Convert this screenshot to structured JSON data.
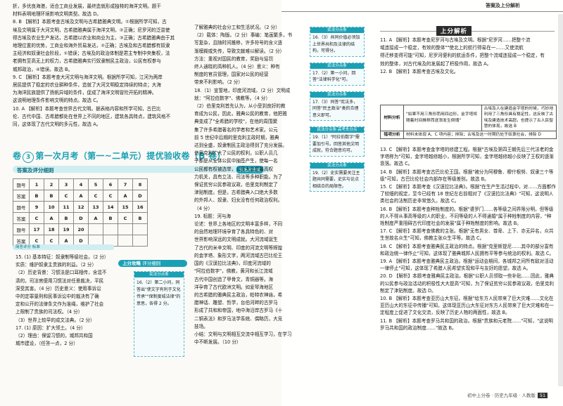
{
  "header": {
    "right_title": "答案及上分解析"
  },
  "left_top": [
    "折，多优良海港，适合工商业发展，最终造就形成独特的海洋文明。题干",
    "材料表明地理环境影响文明类型。故选 D。",
    "8. B  【解析】本题考查古埃及文明与古希腊雅典文明。①根据所学可知，古",
    "埃及文明属于大河文明，古希腊雅典属于海洋文明，②正确；尼罗河的泛滥使",
    "得古埃及农业生产发达，古希腊以农业和商业为主，③正确；古希腊雅典由于其",
    "地理位置的优势，工商业和海外贸易发达，②正确；古埃及和古希腊都有奴隶",
    "主经济和奴隶社会阶段，①错误；古埃及的政治体制是君主专制中央集权，法",
    "老拥有至高无上的权力，古希腊雅典实行奴隶制民主政治，公民有权参与",
    "城邦政治，④错误。故选 B。",
    "9. C  【解析】本题考查大河文明与海洋文明。根据所学可知，江河为两岸",
    "居民提供了稳定的农业耕种条件，造就了大河文明稳定持续的特点；大海",
    "为海洋民族提供了扬帆异域的条件，促成了海洋文明冒险开拓的精神。",
    "这说明地理条件影响文明的特点。故选 C。",
    "10. A  【解析】本题考查世界古代文明。据表格内容和所学可知，古巴比",
    "伦、古代中国、古希腊都处在世界上不同的地区，建筑各具特点，建筑风格不",
    "同，这体现了古代文明的多元性，故选 A。"
  ],
  "section": {
    "num": "3",
    "title": "第一次月考（第一~二单元）提优验收卷（B 卷）"
  },
  "answer_bar": {
    "title": "答案及评分细则",
    "tag": "快速对答案"
  },
  "answer_table": [
    [
      "题号",
      "1",
      "2",
      "3",
      "4",
      "5",
      "6",
      "7",
      "8"
    ],
    [
      "答案",
      "B",
      "B",
      "C",
      "A",
      "C",
      "C",
      "A",
      "D"
    ],
    [
      "题号",
      "9",
      "10",
      "11",
      "12",
      "13",
      "14",
      "15",
      "16"
    ],
    [
      "答案",
      "C",
      "A",
      "B",
      "D",
      "A",
      "B",
      "C",
      "B"
    ],
    [
      "题号",
      "17",
      "18",
      "19",
      "20",
      "",
      "",
      "",
      ""
    ],
    [
      "答案",
      "C",
      "C",
      "A",
      "D",
      "",
      "",
      "",
      ""
    ]
  ],
  "score_bar": "简答评分 标准",
  "left_lower": [
    "15. (1) 基本特征：奴隶制等级社会。（2 分）",
    "    实质：维护奴隶主贵族的利益。（2 分）",
    "（2）历史背景：习惯法是口耳相传，含混不",
    "    清的，司法官便用习惯法对任意裁决，平民",
    "    深受其害。（4 分）历史意义：使用事诉讼",
    "    中的定罪量刑和民事诉讼中的裁决有了确",
    "    定和公开的法律条文作为准绳，维护了社会",
    "    上限制了贵族的司法权。（4 分）",
    "（3）世界上较早的成文法典。（2 分）",
    "17. (1) 原因：扩大领土。（4 分）",
    "    （2）理由：保留习惯的，城邦共和国",
    "    城市建设，（任答一点，2 分）"
  ],
  "upper_box": {
    "title": "上分攻略",
    "sub": "评分细则"
  },
  "side_label": "民法分点条",
  "side_text": "16.（2）第二小问，同答出\"使文字有利于文化传承\"\"保制度城法律\"的意思，各得 2 分。",
  "middle_col": [
    "了解雅典的社会分工和生活状况。（2 分）",
    "（2）载体：陶版。（2 分）事编：笔画繁多，书",
    "写复杂，且随时间推移，许多符号的含义逐",
    "渐模糊或失传，导致文献难以解读。（2 分）",
    "方法：重视对国民的教育，奖励与惩罚",
    "终人通晓的高种机人。（4 分）意义：种有",
    "制度的官员管理，国家对公民的经营",
    "带来不利影响。（2 分）",
    "18.（1）宣誓地，印度河流域。（2 分）文明成",
    "就：\"阿拉伯数字\"、佛教等。（4 分）",
    "（2）伯里克利首先认为，从小受到良好的教",
    "育成为公民，因此，雅典公民的教育，他把雅",
    "典变成了\"全希腊的学校\"，在他的周围聚",
    "集了许多希腊著名的学者和艺术家。公元",
    "前 5 世纪中后期的里克利主政时期，雅典",
    "达到全盛，奴隶制民主政治得到了充分发展。",
    "伯里克利扩大了公民的权利，公职人员几",
    "乎都是从全体公民中抽签产生，使每一名",
    "公民都有权被选举，公民大会是最高权",
    "力机关，具有立法、司法等多种职能。为了",
    "保证贫穷公民参政议政，伯里克利制定了",
    "津贴制度。但是，古希腊典入口绝大多数",
    "的外邦人、奴隶、妇女没有任何政治权利。",
    "（4 分）",
    "19. 标题：河与海",
    "论述：世界上各地区的文明丰富多样，不同",
    "的自然地理环境孕育了各具特色的、对",
    "世界影响深远的文明成就。大河流域诞生",
    "了古代的米辛文明、印度的河流文明等辉煌",
    "的金字塔、象形文字，两河流域古巴比伦王",
    "国的《汉谟拉比法典》，印度河流域的",
    "\"阿拉伯数字\"，佛教，黄河和长江流域",
    "古代中国创造了甲骨文，青铜器等。海",
    "洋孕育了古代欧洲文明。如爱琴海地区",
    "的古希腊的雅典民主政治，帕特农神庙，希",
    "腊神话、雕塑、哲学，台伯河畔的古罗马",
    "形成了共和和帝国，地中海沿岸古罗马《十",
    "二铜表法》和罗马法学系统、偶略历，大竞",
    "技场。",
    "小结：文明与文明相互交流中相互学习，在学习",
    "中不断发展。（10 分）"
  ],
  "minor_boxes": [
    {
      "label": "民法分点条",
      "text": "16.（3）共同价值必须加上世界共和及法律的结构，可得分。"
    },
    {
      "label": "民法分点条",
      "text": "17.（2）第一小问，回答\"法律科学化\"可。"
    },
    {
      "label": "民法分点条",
      "text": "17.（3）同答\"宪法多，同答\"民主政治\"类的合理意义即可。"
    },
    {
      "label": "民法分点条·高考失分点",
      "text": "19.（1）\"阿拉伯数字\"需要加引号。回答其他文明成就，符合题意均可。"
    },
    {
      "label": "民法分点条",
      "text": "19.（2）史实需要关注主题共同需要，史实与论点相结合的局限性。"
    }
  ],
  "right_title": "上分解析",
  "right_top": [
    "11. A  【解析】本题考查尼罗河与古埃及文明。根据\"尼罗河……把整个流",
    "域连接成一个稳定，有效的整体\"\"使北上的航行得易在一……又使流航",
    "得迁移变得可能\"可知，尼罗河便利的航运条件，把整个流域连接成一个稳定，有",
    "效的整体，对古代埃及的发展起了积极作用，故选 A。",
    "12. B  【解析】本题考查古埃及文化。"
  ],
  "mat_table": [
    [
      "材料分析",
      "\"如果不用三角形而用四边形，金字塔将随着时间推移而逐渐发生倒塌\"",
      "古埃及人在建造金字塔的时候，巧妙地利用了三角形具有稳定性，这反映了古埃及建造技术高超，也提示了古人民智慧的体现，故选 B"
    ],
    [
      "错项分析",
      "材料未体现 A、C 项内容；排除；古埃及这一时期仍处于奴隶社会，排除 D",
      ""
    ]
  ],
  "right_mid": [
    "13. C  【解析】本题考查金字塔的修建工程。根据\"古埃及第四王朝先后三代法老的金字塔称为\"可知，金字塔越修越小，根据所学可知，金字塔越修越小反映了王权的逐渐衰落。故选 C。",
    "14. B  【解析】本题考查古巴比伦王国。根据\"被分为阿穆鲁、穆什根努、奴隶三个等级\"可知，古巴比伦社会内部存在等级差别。故选 B。",
    "15. C  【解析】本题考查《汉谟拉比法典》。根据\"在生产生活过程中，对……方面都作了较细的规定，至今已经有 18 世纪左右前相对了《汉谟拉比法典》\"可知，这说明人类社会的法制历史非常悠久。故选 C。",
    "16. B  【解析】本题考查种姓制度的。根据\"婆罗门……各等级之间界限分明，但等级的人不得从事高等级的人的职业，不同等级的人不得通婚\"属于种姓制度的内容，\"种姓制度严重阻碍古代印度社会的发展\"属于种姓制度的影响。故选 B。",
    "17. C  【解析】本题考查佛教的主张。根据\"无有男女、尊卑、上下、亦无异名，众共生世故名众生\"可知，佛教主张众生平等。故选 C。",
    "18. C  【解析】本题考查雅典民主政治的特点。根据\"克里斯提尼……其中的部分富有和政治统一律作止\"可知，这体现了雅典城邦人民拥有平等参与统治的权利。故选 C。",
    "19. A  【解析】本题考查雅典民主政治。根据\"运动会期间，各城邦之间所有敌对活动一律停止\"可知，这体现了希腊人民希望实现和平与友好的愿望。故选 A。",
    "20. D  【解析】本题考查雅典民主政治。根据\"公职人员领取一些补贴……因此，雅典的公民参与政治活动的积极性大大提高\"可知，为了保证贫穷公民参政议政，伯里克利制定了津贴制度。故选 D。",
    "10. B  【解析】本题考查亚历山大东征。根据\"给东方人民带来了巨大灾难……文化在亚历山大的东征中传播\"可知，这体现亚历山大东征对东方人民带来了巨大灾难和在一定程度上促进了文化交流，反映了历史人物的两面性，故选 B。",
    "11. B  【解析】本题考查罗马共和国的政治。根据\"贵族和元老院……\"可知，\"这说明罗马共和国的政治制度……\"故选 B。"
  ],
  "footer": {
    "text": "初中上分卷 · 历史九年级 · 人教版",
    "page": "51"
  }
}
